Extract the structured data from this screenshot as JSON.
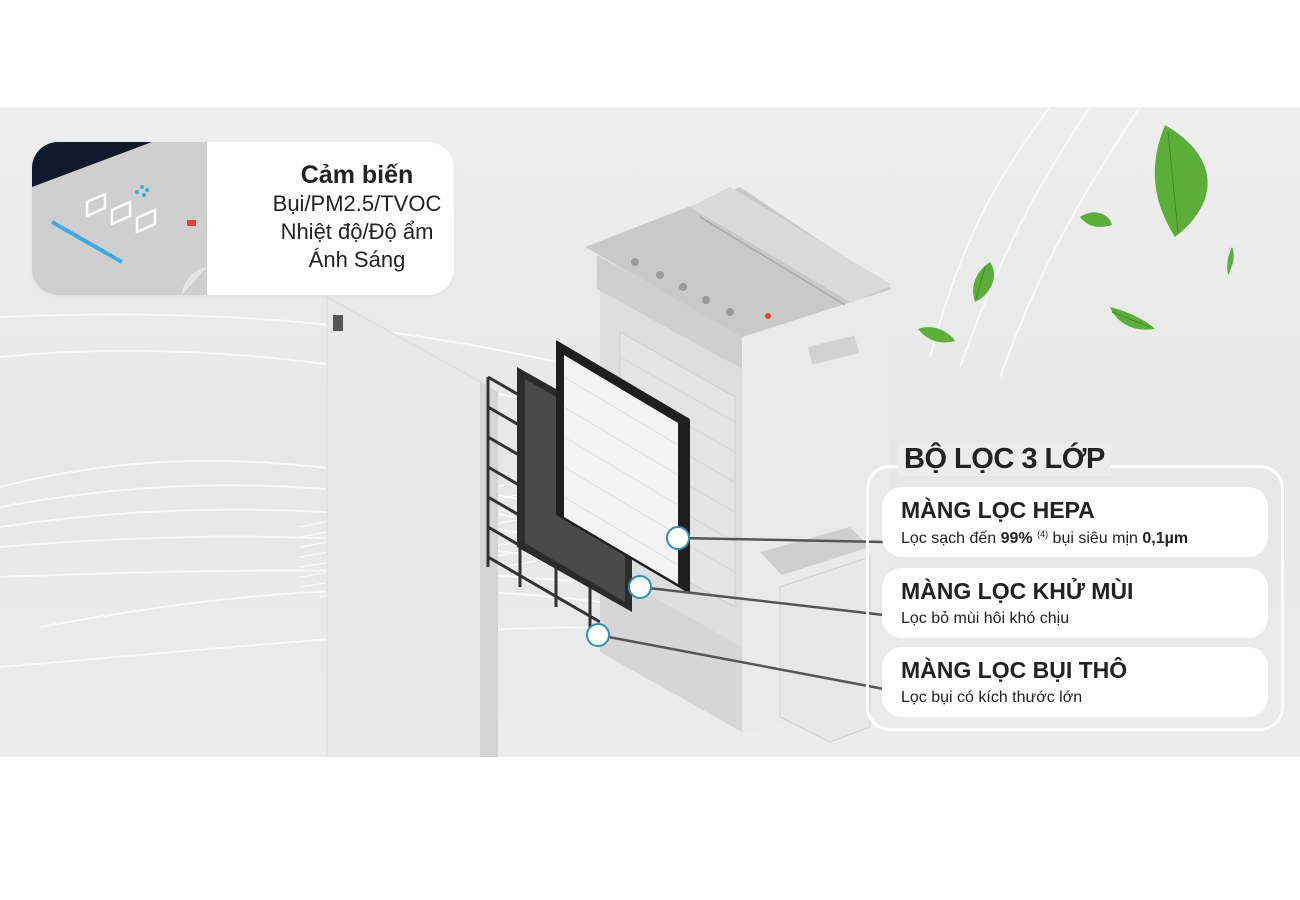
{
  "sensor": {
    "title": "Cảm biến",
    "lines": [
      "Bụi/PM2.5/TVOC",
      "Nhiệt độ/Độ ẩm",
      "Ánh Sáng"
    ]
  },
  "filters": {
    "title": "BỘ LỌC 3 LỚP",
    "items": [
      {
        "name": "MÀNG LỌC HEPA",
        "desc_prefix": "Lọc sạch đến ",
        "desc_bold_1": "99%",
        "desc_sup": "(4)",
        "desc_mid": " bụi siêu mịn ",
        "desc_bold_2": "0,1µm"
      },
      {
        "name": "MÀNG LỌC KHỬ MÙI",
        "desc": "Lọc bỏ mùi hôi khó chịu"
      },
      {
        "name": "MÀNG LỌC BỤI THÔ",
        "desc": "Lọc bụi có kích thước lớn"
      }
    ]
  },
  "colors": {
    "marker_ring": "#2e8fb0",
    "leaf": "#5cae3a",
    "accent_blue": "#3fa9e8",
    "indicator_red": "#e2422e"
  },
  "icons": [
    "leaf-icon",
    "sensor-display-icon",
    "callout-marker-icon"
  ]
}
